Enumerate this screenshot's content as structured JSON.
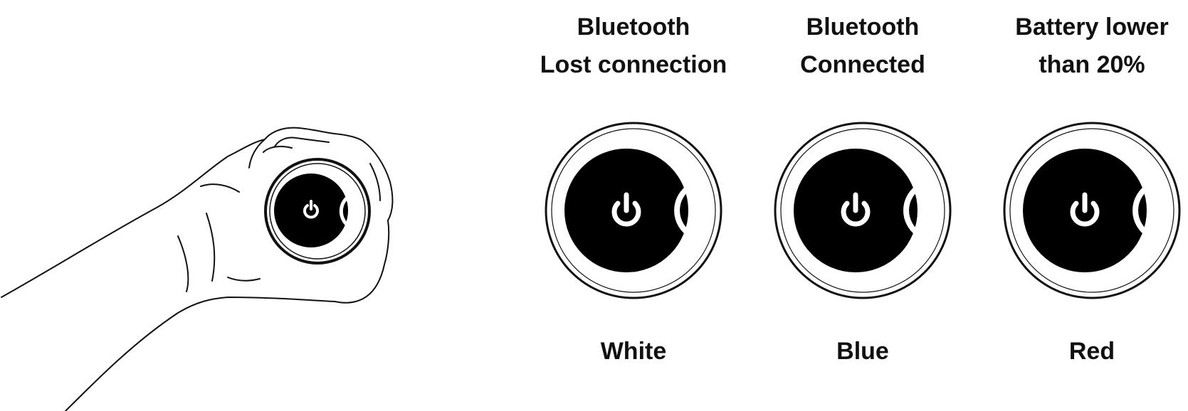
{
  "states": [
    {
      "title_line1": "Bluetooth",
      "title_line2": "Lost connection",
      "color_name": "White",
      "power_icon": "power-icon",
      "ring_color": "#ffffff"
    },
    {
      "title_line1": "Bluetooth",
      "title_line2": "Connected",
      "color_name": "Blue",
      "power_icon": "power-icon",
      "ring_color": "#ffffff"
    },
    {
      "title_line1": "Battery lower",
      "title_line2": "than 20%",
      "color_name": "Red",
      "power_icon": "power-icon",
      "ring_color": "#ffffff"
    }
  ],
  "colors": {
    "outline": "#111111",
    "face": "#000000",
    "background": "#ffffff"
  }
}
